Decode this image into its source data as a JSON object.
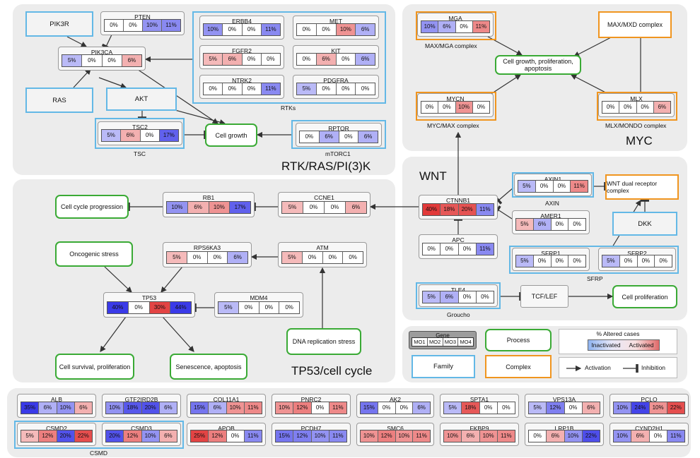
{
  "colors": {
    "process": "#3aaa35",
    "family": "#63b8e6",
    "complex": "#f0951f",
    "inactivated": "#3a3ae8",
    "activated": "#e23a3a"
  },
  "panels": {
    "rtk": "RTK/RAS/PI(3)K",
    "tp53": "TP53/cell cycle",
    "wnt": "WNT",
    "myc": "MYC"
  },
  "genes": {
    "pten": {
      "name": "PTEN",
      "values": [
        "0%",
        "0%",
        "10%",
        "11%"
      ],
      "shade": [
        0,
        0,
        -0.55,
        -0.6
      ]
    },
    "pik3ca": {
      "name": "PIK3CA",
      "values": [
        "5%",
        "0%",
        "0%",
        "6%"
      ],
      "shade": [
        -0.35,
        0,
        0,
        0.4
      ]
    },
    "erbb4": {
      "name": "ERBB4",
      "values": [
        "10%",
        "0%",
        "0%",
        "11%"
      ],
      "shade": [
        -0.55,
        0,
        0,
        -0.6
      ]
    },
    "met": {
      "name": "MET",
      "values": [
        "0%",
        "0%",
        "10%",
        "6%"
      ],
      "shade": [
        0,
        0,
        0.55,
        -0.4
      ]
    },
    "fgfr2": {
      "name": "FGFR2",
      "values": [
        "5%",
        "6%",
        "0%",
        "0%"
      ],
      "shade": [
        0.35,
        0.4,
        0,
        0
      ]
    },
    "kit": {
      "name": "KIT",
      "values": [
        "0%",
        "6%",
        "0%",
        "6%"
      ],
      "shade": [
        0,
        0.4,
        0,
        -0.4
      ]
    },
    "ntrk2": {
      "name": "NTRK2",
      "values": [
        "0%",
        "0%",
        "0%",
        "11%"
      ],
      "shade": [
        0,
        0,
        0,
        -0.6
      ]
    },
    "pdgfra": {
      "name": "PDGFRA",
      "values": [
        "5%",
        "0%",
        "0%",
        "0%"
      ],
      "shade": [
        -0.35,
        0,
        0,
        0
      ]
    },
    "tsc2": {
      "name": "TSC2",
      "values": [
        "5%",
        "6%",
        "0%",
        "17%"
      ],
      "shade": [
        -0.35,
        0.4,
        0,
        -0.8
      ]
    },
    "rptor": {
      "name": "RPTOR",
      "values": [
        "0%",
        "6%",
        "0%",
        "6%"
      ],
      "shade": [
        0,
        -0.4,
        0,
        -0.4
      ]
    },
    "rb1": {
      "name": "RB1",
      "values": [
        "10%",
        "6%",
        "10%",
        "17%"
      ],
      "shade": [
        -0.55,
        0.4,
        0.55,
        -0.8
      ]
    },
    "ccne1": {
      "name": "CCNE1",
      "values": [
        "5%",
        "0%",
        "0%",
        "6%"
      ],
      "shade": [
        0.35,
        0,
        0,
        0.4
      ]
    },
    "rps6ka3": {
      "name": "RPS6KA3",
      "values": [
        "5%",
        "0%",
        "0%",
        "6%"
      ],
      "shade": [
        0.35,
        0,
        0,
        -0.4
      ]
    },
    "atm": {
      "name": "ATM",
      "values": [
        "5%",
        "0%",
        "0%",
        "0%"
      ],
      "shade": [
        0.35,
        0,
        0,
        0
      ]
    },
    "tp53": {
      "name": "TP53",
      "values": [
        "40%",
        "0%",
        "30%",
        "44%"
      ],
      "shade": [
        -1,
        0,
        0.95,
        -1
      ]
    },
    "mdm4": {
      "name": "MDM4",
      "values": [
        "5%",
        "0%",
        "0%",
        "0%"
      ],
      "shade": [
        -0.35,
        0,
        0,
        0
      ]
    },
    "mga": {
      "name": "MGA",
      "values": [
        "10%",
        "6%",
        "0%",
        "11%"
      ],
      "shade": [
        -0.55,
        -0.4,
        0,
        0.6
      ]
    },
    "mycn": {
      "name": "MYCN",
      "values": [
        "0%",
        "0%",
        "10%",
        "0%"
      ],
      "shade": [
        0,
        0,
        0.55,
        0
      ]
    },
    "mlx": {
      "name": "MLX",
      "values": [
        "0%",
        "0%",
        "0%",
        "6%"
      ],
      "shade": [
        0,
        0,
        0,
        0.4
      ]
    },
    "ctnnb1": {
      "name": "CTNNB1",
      "values": [
        "40%",
        "18%",
        "20%",
        "11%"
      ],
      "shade": [
        1,
        0.85,
        0.88,
        -0.6
      ]
    },
    "apc": {
      "name": "APC",
      "values": [
        "0%",
        "0%",
        "0%",
        "11%"
      ],
      "shade": [
        0,
        0,
        0,
        -0.6
      ]
    },
    "axin1": {
      "name": "AXIN1",
      "values": [
        "5%",
        "0%",
        "0%",
        "11%"
      ],
      "shade": [
        -0.35,
        0,
        0,
        0.6
      ]
    },
    "amer1": {
      "name": "AMER1",
      "values": [
        "5%",
        "6%",
        "0%",
        "0%"
      ],
      "shade": [
        0.35,
        -0.4,
        0,
        0
      ]
    },
    "sfrp1": {
      "name": "SFRP1",
      "values": [
        "5%",
        "0%",
        "0%",
        "0%"
      ],
      "shade": [
        -0.35,
        0,
        0,
        0
      ]
    },
    "sfrp2": {
      "name": "SFRP2",
      "values": [
        "5%",
        "0%",
        "0%",
        "0%"
      ],
      "shade": [
        -0.35,
        0,
        0,
        0
      ]
    },
    "tle4": {
      "name": "TLE4",
      "values": [
        "5%",
        "6%",
        "0%",
        "0%"
      ],
      "shade": [
        -0.35,
        -0.4,
        0,
        0
      ]
    },
    "alb": {
      "name": "ALB",
      "values": [
        "35%",
        "6%",
        "10%",
        "6%"
      ],
      "shade": [
        -1,
        -0.4,
        -0.55,
        0.4
      ]
    },
    "gtf2ird2b": {
      "name": "GTF2IRD2B",
      "values": [
        "10%",
        "18%",
        "20%",
        "6%"
      ],
      "shade": [
        -0.55,
        -0.85,
        -0.88,
        -0.4
      ]
    },
    "col11a1": {
      "name": "COL11A1",
      "values": [
        "15%",
        "6%",
        "10%",
        "11%"
      ],
      "shade": [
        -0.7,
        -0.4,
        0.55,
        0.6
      ]
    },
    "pnrc2": {
      "name": "PNRC2",
      "values": [
        "10%",
        "12%",
        "0%",
        "11%"
      ],
      "shade": [
        0.55,
        0.65,
        0,
        0.6
      ]
    },
    "ak2": {
      "name": "AK2",
      "values": [
        "15%",
        "0%",
        "0%",
        "6%"
      ],
      "shade": [
        -0.7,
        0,
        0,
        -0.4
      ]
    },
    "spta1": {
      "name": "SPTA1",
      "values": [
        "5%",
        "18%",
        "0%",
        "0%"
      ],
      "shade": [
        -0.35,
        0.85,
        0,
        0
      ]
    },
    "vps13a": {
      "name": "VPS13A",
      "values": [
        "5%",
        "12%",
        "0%",
        "6%"
      ],
      "shade": [
        -0.35,
        -0.65,
        0,
        0.4
      ]
    },
    "pclo": {
      "name": "PCLO",
      "values": [
        "10%",
        "24%",
        "10%",
        "22%"
      ],
      "shade": [
        -0.55,
        -0.95,
        0.55,
        0.9
      ]
    },
    "csmd2": {
      "name": "CSMD2",
      "values": [
        "5%",
        "12%",
        "20%",
        "22%"
      ],
      "shade": [
        0.35,
        0.65,
        -0.88,
        0.9
      ]
    },
    "csmd3": {
      "name": "CSMD3",
      "values": [
        "20%",
        "12%",
        "10%",
        "6%"
      ],
      "shade": [
        -0.88,
        0.65,
        -0.55,
        0.4
      ]
    },
    "apob": {
      "name": "APOB",
      "values": [
        "25%",
        "12%",
        "0%",
        "11%"
      ],
      "shade": [
        0.95,
        0.65,
        0,
        -0.6
      ]
    },
    "pcdh7": {
      "name": "PCDH7",
      "values": [
        "15%",
        "12%",
        "10%",
        "11%"
      ],
      "shade": [
        -0.7,
        -0.65,
        -0.55,
        -0.6
      ]
    },
    "smc6": {
      "name": "SMC6",
      "values": [
        "10%",
        "12%",
        "10%",
        "11%"
      ],
      "shade": [
        0.55,
        0.65,
        0.55,
        0.6
      ]
    },
    "fkbp9": {
      "name": "FKBP9",
      "values": [
        "10%",
        "6%",
        "10%",
        "11%"
      ],
      "shade": [
        0.55,
        0.4,
        0.55,
        0.6
      ]
    },
    "lrp1b": {
      "name": "LRP1B",
      "values": [
        "0%",
        "6%",
        "10%",
        "22%"
      ],
      "shade": [
        0,
        0.4,
        -0.55,
        -0.9
      ]
    },
    "cyndzh1": {
      "name": "CYND2H1",
      "values": [
        "10%",
        "6%",
        "0%",
        "11%"
      ],
      "shade": [
        -0.55,
        0.4,
        0,
        -0.6
      ]
    }
  },
  "families": {
    "pik3r": "PIK3R",
    "ras": "RAS",
    "akt": "AKT",
    "dkk": "DKK"
  },
  "processes": {
    "cell_growth": "Cell growth",
    "cycle_prog": "Cell cycle progression",
    "onco_stress": "Oncogenic stress",
    "dna_rep": "DNA replication stress",
    "survival": "Cell survival, proliferation",
    "senescence": "Senescence, apoptosis",
    "myc_growth": "Cell growth, proliferation, apoptosis",
    "cell_prolif": "Cell proliferation"
  },
  "complexes": {
    "max_mxd": "MAX/MXD complex",
    "wnt_dual": "WNT dual receptor complex"
  },
  "labels": {
    "rtks": "RTKs",
    "tsc": "TSC",
    "mtorc1": "mTORC1",
    "max_mga": "MAX/MGA complex",
    "myc_max": "MYC/MAX complex",
    "mlx_mondo": "MLX/MONDO complex",
    "axin": "AXIN",
    "sfrp": "SFRP",
    "groucho": "Groucho",
    "csmd": "CSMD",
    "tcf": "TCF/LEF"
  },
  "legend": {
    "gene": "Gene",
    "mo": [
      "MO1",
      "MO2",
      "MO3",
      "MO4"
    ],
    "process": "Process",
    "family": "Family",
    "complex": "Complex",
    "altered": "% Altered cases",
    "inactivated": "Inactivated",
    "activated": "Activated",
    "activation": "Activation",
    "inhibition": "Inhibition"
  }
}
